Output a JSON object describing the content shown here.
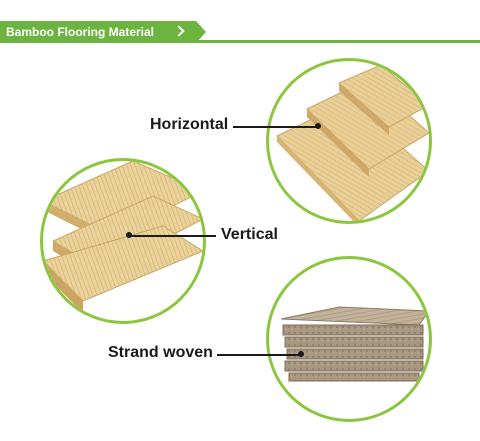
{
  "header": {
    "title": "Bamboo Flooring Material Structure",
    "accent_color": "#6cb33f",
    "icon": "chevron-right-icon"
  },
  "items": [
    {
      "label": "Horizontal",
      "ring_color": "#8cc63f"
    },
    {
      "label": "Vertical",
      "ring_color": "#8cc63f"
    },
    {
      "label": "Strand woven",
      "ring_color": "#8cc63f"
    }
  ]
}
